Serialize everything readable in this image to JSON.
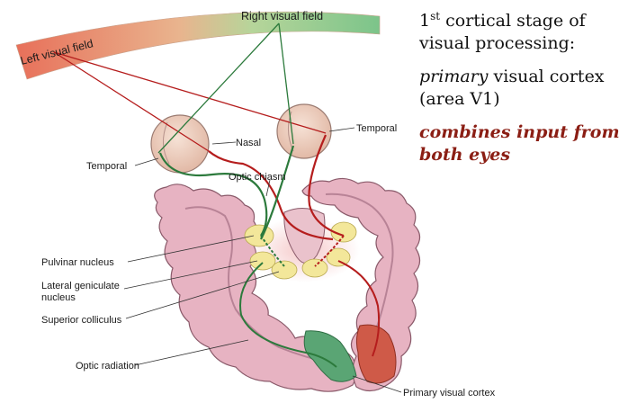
{
  "labels": {
    "left_visual_field": "Left visual field",
    "right_visual_field": "Right visual field",
    "temporal_left": "Temporal",
    "temporal_right": "Temporal",
    "nasal": "Nasal",
    "optic_chiasm": "Optic chiasm",
    "pulvinar_nucleus": "Pulvinar nucleus",
    "lgn_line1": "Lateral geniculate",
    "lgn_line2": "nucleus",
    "superior_colliculus": "Superior colliculus",
    "optic_radiation": "Optic radiation",
    "primary_visual_cortex": "Primary visual cortex"
  },
  "side_text": {
    "line1_ordinal": "1",
    "line1_sup": "st",
    "line1_rest": " cortical stage of",
    "line2": "visual processing:",
    "primary": "primary",
    "rest1": " visual cortex",
    "rest2": "(area V1)",
    "emph1": "combines input from",
    "emph2": "both eyes"
  },
  "colors": {
    "left_field": "#e8705a",
    "right_field": "#7cc48a",
    "left_pathway": "#b51d1d",
    "right_pathway": "#2c7a3c",
    "brain_fill": "#e7b3c2",
    "brain_outline": "#8a5a6a",
    "nucleus_fill": "#f3e79a",
    "cortex_green": "#5aa574",
    "cortex_red": "#cf5a48"
  }
}
